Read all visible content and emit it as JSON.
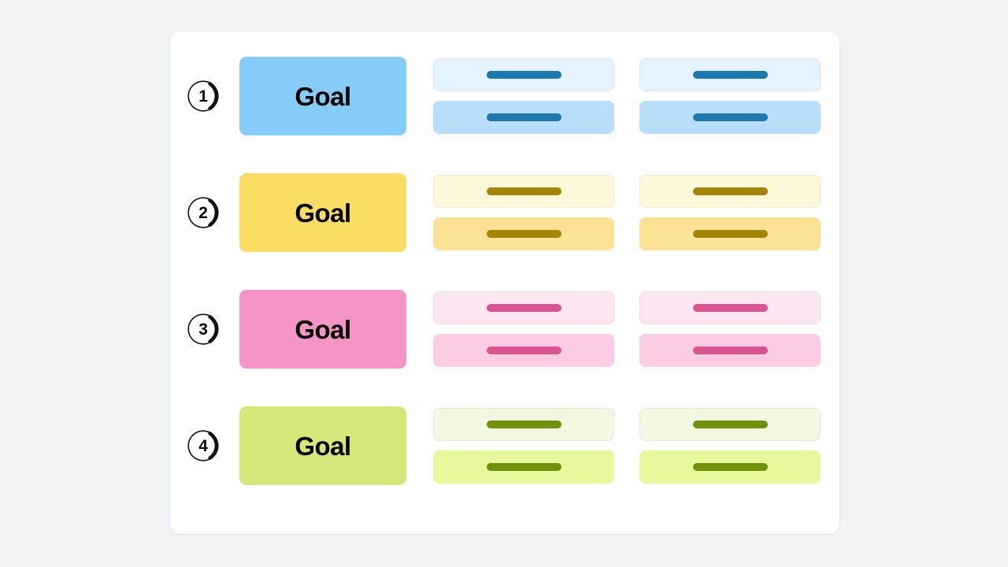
{
  "page": {
    "background_color": "#f1f2f4",
    "panel_background": "#ffffff"
  },
  "goal_rows": [
    {
      "step_number": "1",
      "goal_label": "Goal",
      "accent_color": "#85cdf8",
      "goal_block_color": "#85cdf8",
      "pill_color": "#1f79ae",
      "tasks": [
        {
          "column": "middle",
          "tone": "pale",
          "card_color": "#e4f3fd"
        },
        {
          "column": "middle",
          "tone": "medium",
          "card_color": "#b9defa"
        },
        {
          "column": "right",
          "tone": "pale",
          "card_color": "#e4f3fd"
        },
        {
          "column": "right",
          "tone": "medium",
          "card_color": "#b9defa"
        }
      ]
    },
    {
      "step_number": "2",
      "goal_label": "Goal",
      "accent_color": "#fbdd64",
      "goal_block_color": "#fbdd64",
      "pill_color": "#a58305",
      "tasks": [
        {
          "column": "middle",
          "tone": "pale",
          "card_color": "#fdf7d9"
        },
        {
          "column": "middle",
          "tone": "medium",
          "card_color": "#fbe295"
        },
        {
          "column": "right",
          "tone": "pale",
          "card_color": "#fdf7d9"
        },
        {
          "column": "right",
          "tone": "medium",
          "card_color": "#fbe295"
        }
      ]
    },
    {
      "step_number": "3",
      "goal_label": "Goal",
      "accent_color": "#f495c6",
      "goal_block_color": "#f495c6",
      "pill_color": "#d9558f",
      "tasks": [
        {
          "column": "middle",
          "tone": "pale",
          "card_color": "#fbe6f1"
        },
        {
          "column": "middle",
          "tone": "medium",
          "card_color": "#fbccE4"
        },
        {
          "column": "right",
          "tone": "pale",
          "card_color": "#fbe6f1"
        },
        {
          "column": "right",
          "tone": "medium",
          "card_color": "#fbccE4"
        }
      ]
    },
    {
      "step_number": "4",
      "goal_label": "Goal",
      "accent_color": "#d4e87a",
      "goal_block_color": "#d4e87a",
      "pill_color": "#6f9107",
      "tasks": [
        {
          "column": "middle",
          "tone": "pale",
          "card_color": "#f2f7e2"
        },
        {
          "column": "middle",
          "tone": "medium",
          "card_color": "#e7f99c"
        },
        {
          "column": "right",
          "tone": "pale",
          "card_color": "#f2f7e2"
        },
        {
          "column": "right",
          "tone": "medium",
          "card_color": "#e7f99c"
        }
      ]
    }
  ]
}
